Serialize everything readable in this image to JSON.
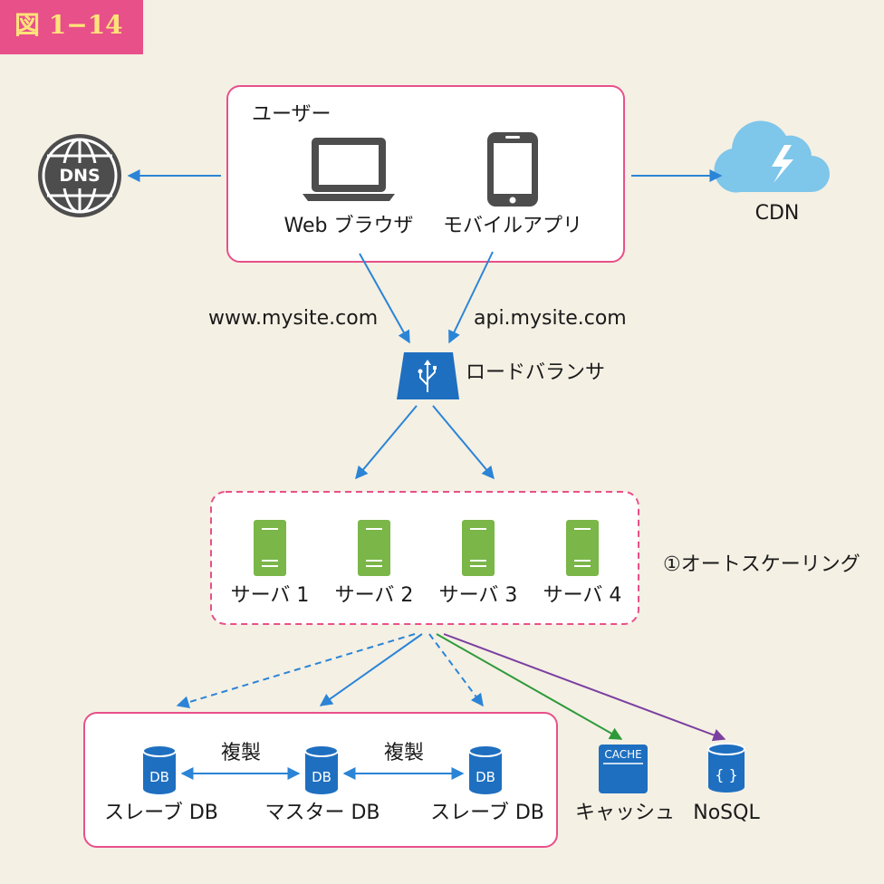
{
  "figure_tag": "図 1−14",
  "users": {
    "title": "ユーザー",
    "web_browser": "Web ブラウザ",
    "mobile_app": "モバイルアプリ"
  },
  "dns": {
    "label": "DNS"
  },
  "cdn": {
    "label": "CDN"
  },
  "domains": {
    "web": "www.mysite.com",
    "api": "api.mysite.com"
  },
  "load_balancer": {
    "label": "ロードバランサ"
  },
  "servers": {
    "items": [
      "サーバ 1",
      "サーバ 2",
      "サーバ 3",
      "サーバ 4"
    ],
    "autoscaling_label": "①オートスケーリング"
  },
  "databases": {
    "slave_left": "スレーブ DB",
    "master": "マスター DB",
    "slave_right": "スレーブ DB",
    "db_icon_text": "DB",
    "replication_label_left": "複製",
    "replication_label_right": "複製"
  },
  "cache": {
    "label": "キャッシュ",
    "icon_text": "CACHE"
  },
  "nosql": {
    "label": "NoSQL",
    "icon_text": "{ }"
  },
  "colors": {
    "background": "#f4f0e4",
    "pink_border": "#e8508a",
    "blue_arrow": "#2b84d6",
    "green_arrow": "#2e9a3a",
    "purple_arrow": "#7b3fa0",
    "server_green": "#7ab648",
    "db_blue": "#1e6fc0",
    "globe_gray": "#4d4d4d",
    "cdn_blue": "#7ec6ea",
    "tag_text": "#ffe37a"
  }
}
